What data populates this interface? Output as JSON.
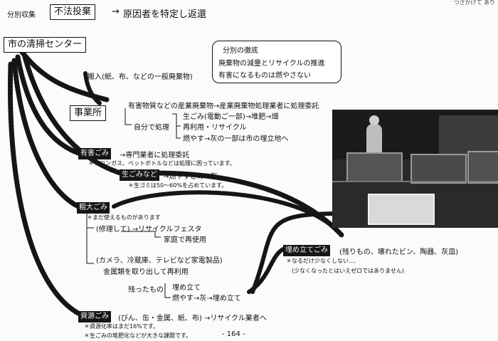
{
  "top_right_text": "つさかけて あり",
  "header": {
    "label": "分別収集",
    "boxed": "不法投棄",
    "arrow": "→",
    "result": "原因者を特定し返還"
  },
  "center_title": "市の清掃センター",
  "policy_box": {
    "title": "分別の徹底",
    "line1": "廃棄物の減量とリサイクルの推進",
    "line2": "有害になるものは燃やさない"
  },
  "inbound": "搬入(紙、布、などの一般廃棄物)",
  "business": {
    "label": "事業所",
    "line1": "有害物質などの産業廃棄物→産業廃棄物処理業者に処理委託",
    "self_label": "自分で処理",
    "opt1": "生ごみ(電動ご一部)→堆肥→畑",
    "opt2": "再利用・リサイクル",
    "opt3": "燃やす→灰の一部は市の埋立地へ"
  },
  "hazardous": {
    "label": "有害ごみ",
    "text": "→専門業者に処理委託",
    "note": "＊フロンガス、ペットボトルなどは処理に困っています。"
  },
  "kitchen": {
    "label": "生ごみなど",
    "text": "→燃やすごみ→灰",
    "note": "＊生ゴミは50〜60%を占めています。"
  },
  "bulky": {
    "label": "粗大ごみ",
    "note": "＊まだ使えるものがあります",
    "repair": "(修理して) →リサイクルフェスタ",
    "home": "家庭で再使用",
    "appliances": "(カメラ、冷蔵庫、テレビなど家電製品)",
    "metals": "金属類を取り出して再利用",
    "rest": "残ったもの",
    "landfill": "埋め立て",
    "burn": "燃やす→灰→埋め立て"
  },
  "landfill": {
    "label": "埋め立てごみ",
    "text": "(残りもの、壊れたビン、陶器、灰皿)",
    "note1": "＊なるだけ少なくしない‥‥",
    "note2": "(少なくなったとはいえゼロではありません)"
  },
  "resources": {
    "label": "資源ごみ",
    "text": "(びん、缶・金属、紙、布) →リサイクル業者へ",
    "note1": "＊資源化率はまだ16%です。",
    "note2": "＊生ごみの堆肥化などが大きな課題です。"
  },
  "page_number": "- 164 -"
}
